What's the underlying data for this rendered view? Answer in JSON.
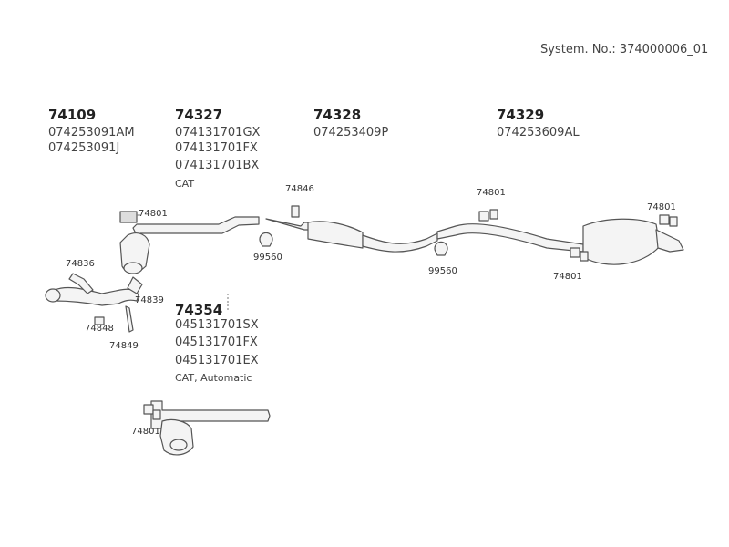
{
  "system": {
    "text": "System. No.: 374000006_01"
  },
  "groups": [
    {
      "number": "74109",
      "codes": [
        "074253091AM",
        "074253091J"
      ],
      "note": ""
    },
    {
      "number": "74327",
      "codes": [
        "074131701GX",
        "074131701FX",
        "074131701BX"
      ],
      "note": "CAT"
    },
    {
      "number": "74328",
      "codes": [
        "074253409P"
      ],
      "note": ""
    },
    {
      "number": "74329",
      "codes": [
        "074253609AL"
      ],
      "note": ""
    },
    {
      "number": "74354",
      "codes": [
        "045131701SX",
        "045131701FX",
        "045131701EX"
      ],
      "note": "CAT, Automatic"
    }
  ],
  "part_labels": {
    "hanger_74801": "74801",
    "clamp_74846": "74846",
    "clamp_99560": "99560",
    "gasket_74836": "74836",
    "part_74839": "74839",
    "part_74848": "74848",
    "part_74849": "74849"
  },
  "colors": {
    "line": "#555555",
    "pipe_fill": "#f4f4f4",
    "text": "#333333"
  }
}
